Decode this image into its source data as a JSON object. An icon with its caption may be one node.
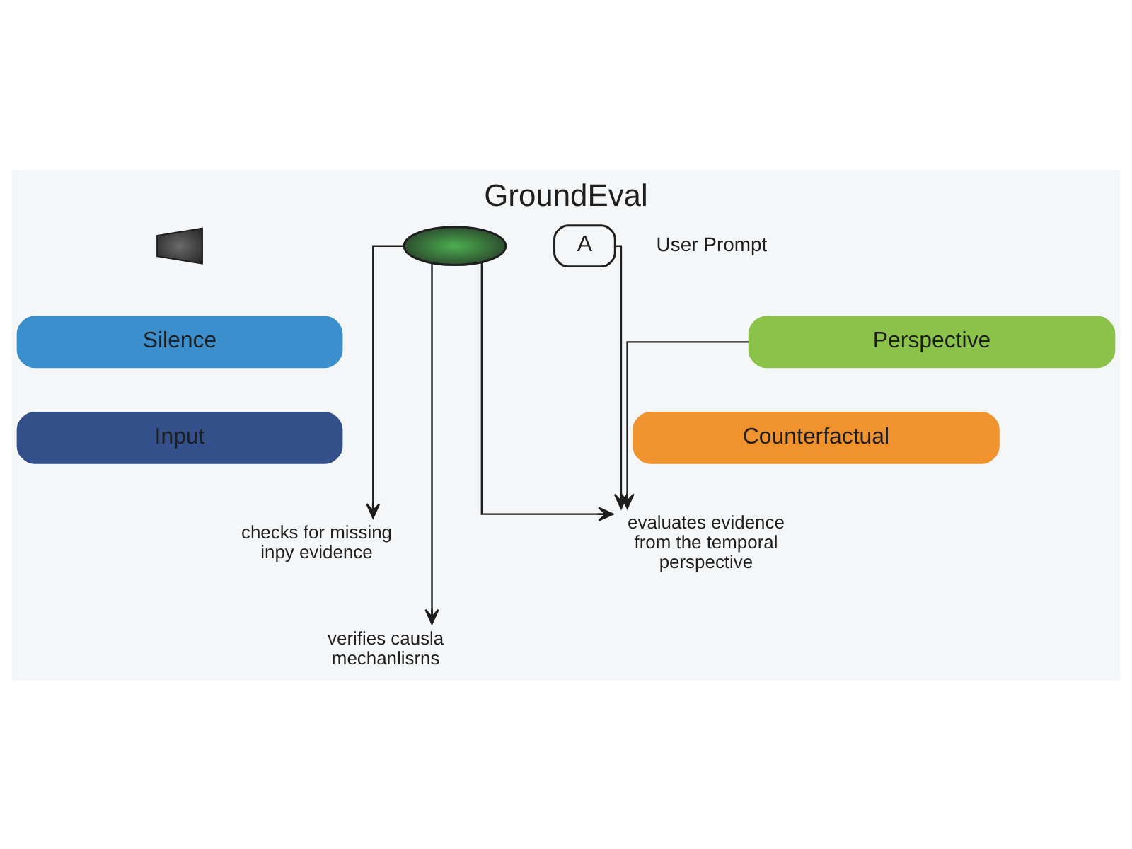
{
  "diagram": {
    "title": "GroundEval",
    "nodes": [
      {
        "text": [],
        "shape": "picture"
      },
      {
        "text": [],
        "shape": "picture"
      },
      {
        "text": [
          "A"
        ]
      },
      {
        "text": [
          "Silence"
        ]
      },
      {
        "text": [
          "Perspective"
        ]
      },
      {
        "text": [
          "Input"
        ]
      },
      {
        "text": [
          "Counterfactual"
        ]
      },
      {
        "text": [
          "checks for missing inpy evidence"
        ]
      },
      {
        "text": [
          "evaluates evidence from the temporal perspective"
        ]
      },
      {
        "text": [
          "verifies causla mechanlisrns"
        ]
      }
    ],
    "edges": [
      {
        "from": 1,
        "to": 9,
        "arrow": "to"
      },
      {
        "from": 1,
        "to": 7,
        "arrow": "to"
      },
      {
        "from": 1,
        "to": 8,
        "arrow": "to"
      },
      {
        "from": 4,
        "to": 8,
        "arrow": "to"
      },
      {
        "from": 2,
        "to": 8,
        "arrow": "to"
      }
    ],
    "labels": [
      "User Prompt"
    ]
  }
}
